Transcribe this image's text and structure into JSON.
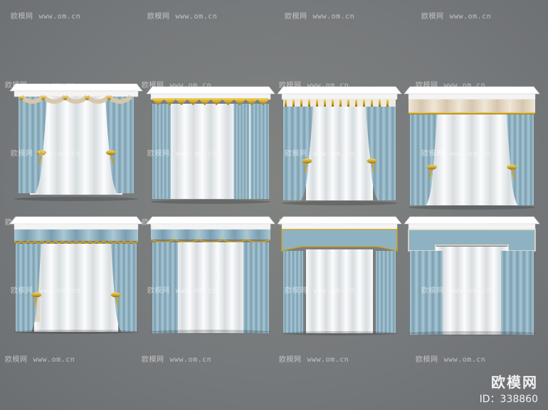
{
  "watermark": {
    "brand": "欧模网",
    "url": "www.om.cn"
  },
  "footer": {
    "brand": "欧模网",
    "id_text": "ID：338860"
  },
  "colors": {
    "background": "#76797b",
    "curtain_blue": "#8fb2c2",
    "sheer_white": "#eef1f3",
    "cornice_white": "#f4f4f4",
    "gold_trim": "#c9a227",
    "beige_valance": "#e6d8c3"
  },
  "panels": [
    {
      "style": "swag-valance-tieback",
      "row": 1,
      "col": 1
    },
    {
      "style": "wave-valance-straight",
      "row": 1,
      "col": 2
    },
    {
      "style": "pleated-header-tieback",
      "row": 1,
      "col": 3
    },
    {
      "style": "box-valance-tieback",
      "row": 1,
      "col": 4
    },
    {
      "style": "ruffle-valance-tieback",
      "row": 2,
      "col": 1
    },
    {
      "style": "scalloped-pelmet-straight",
      "row": 2,
      "col": 2
    },
    {
      "style": "arched-pelmet-straight",
      "row": 2,
      "col": 3
    },
    {
      "style": "stepped-pelmet-straight",
      "row": 2,
      "col": 4
    }
  ]
}
